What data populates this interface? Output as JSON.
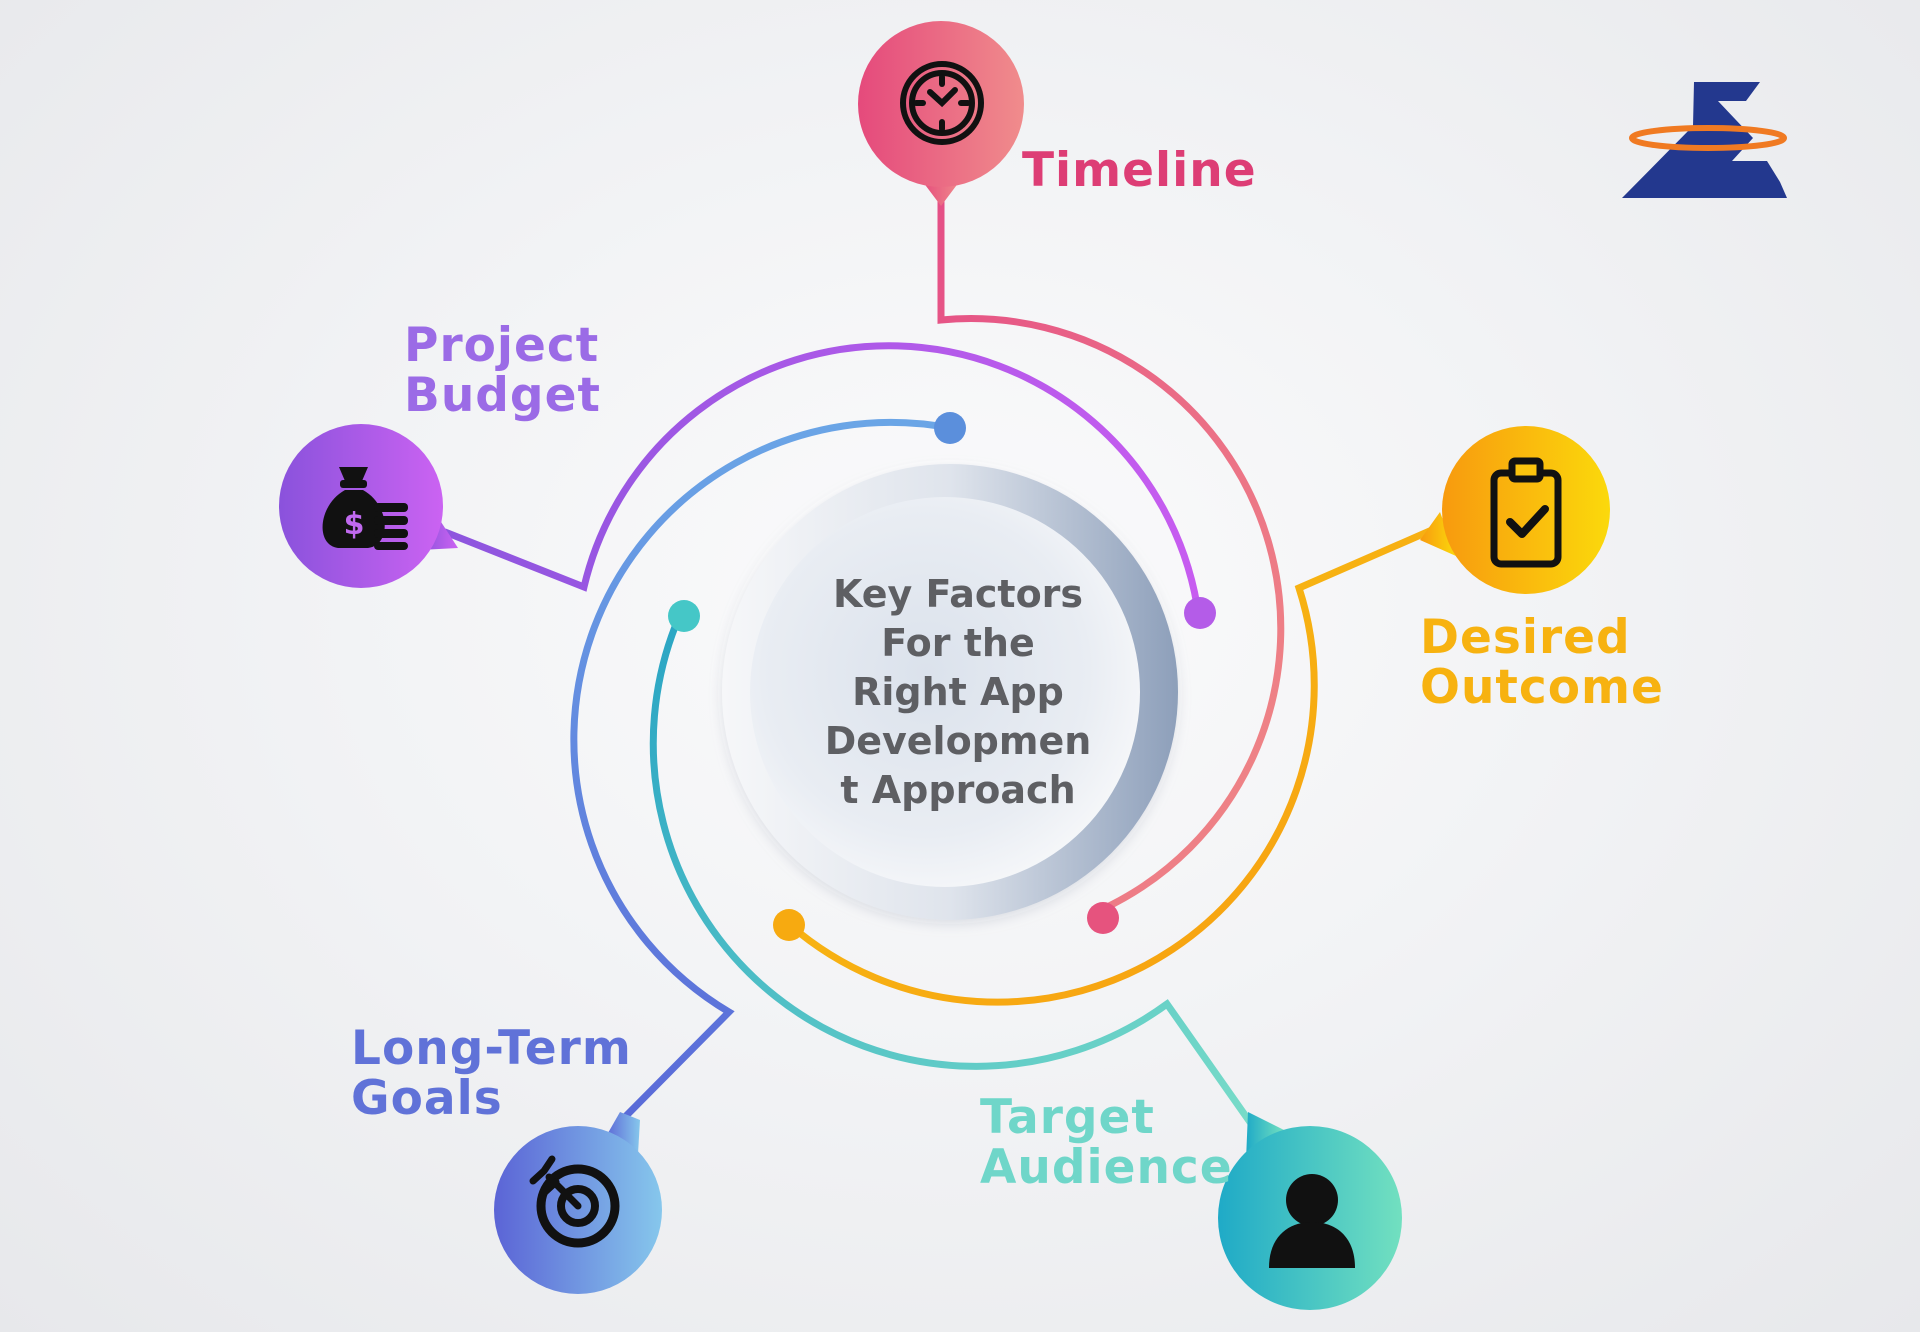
{
  "center_title_lines": [
    "Key Factors",
    "For the",
    "Right App",
    "Developmen",
    "t Approach"
  ],
  "factors": {
    "timeline": {
      "lines": [
        "Timeline"
      ],
      "icon": "clock-icon",
      "color": "#dd3d75"
    },
    "budget": {
      "lines": [
        "Project",
        "Budget"
      ],
      "icon": "money-bag-icon",
      "color": "#9b6be6"
    },
    "outcome": {
      "lines": [
        "Desired",
        "Outcome"
      ],
      "icon": "clipboard-check-icon",
      "color": "#f7b210"
    },
    "goals": {
      "lines": [
        "Long-Term",
        "Goals"
      ],
      "icon": "target-icon",
      "color": "#6072d8"
    },
    "audience": {
      "lines": [
        "Target",
        "Audience"
      ],
      "icon": "user-icon",
      "color": "#6fd6c9"
    }
  },
  "logo": {
    "icon": "company-logo-icon",
    "colors": [
      "#23388e",
      "#f07a22"
    ]
  }
}
